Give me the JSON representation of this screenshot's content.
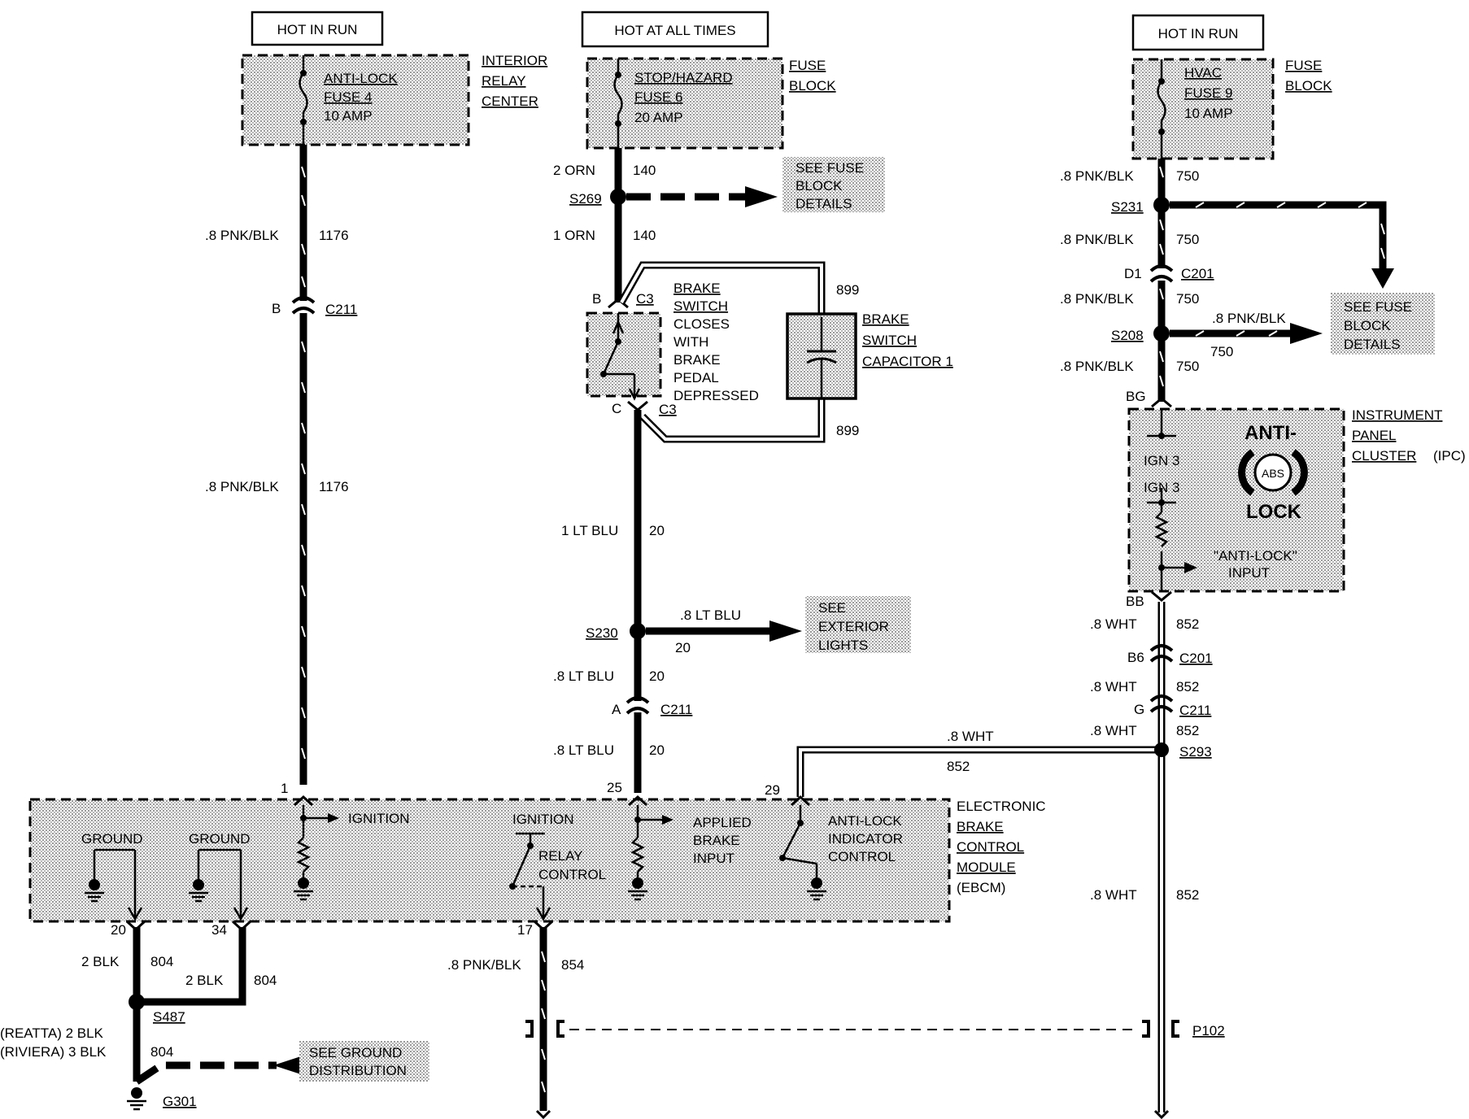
{
  "headers": {
    "hot_in_run_left": "HOT IN RUN",
    "hot_at_all_times": "HOT AT ALL TIMES",
    "hot_in_run_right": "HOT IN RUN"
  },
  "fuse_antilock": {
    "line1": "ANTI-LOCK",
    "line2": "FUSE 4",
    "line3": "10 AMP",
    "loc1": "INTERIOR",
    "loc2": "RELAY",
    "loc3": "CENTER"
  },
  "fuse_stop": {
    "line1": "STOP/HAZARD",
    "line2": "FUSE 6",
    "line3": "20 AMP",
    "loc1": "FUSE",
    "loc2": "BLOCK"
  },
  "fuse_hvac": {
    "line1": "HVAC",
    "line2": "FUSE 9",
    "line3": "10 AMP",
    "loc1": "FUSE",
    "loc2": "BLOCK"
  },
  "left_circuit": {
    "wire1": ".8 PNK/BLK",
    "circ1": "1176",
    "conn_pin": "B",
    "conn": "C211",
    "wire2": ".8 PNK/BLK",
    "circ2": "1176",
    "pin": "1"
  },
  "middle_circuit": {
    "wire1": "2 ORN",
    "circ1": "140",
    "splice": "S269",
    "see1": "SEE FUSE",
    "see2": "BLOCK",
    "see3": "DETAILS",
    "wire2": "1 ORN",
    "circ2": "140",
    "pin_b": "B",
    "c3_top": "C3",
    "brake_switch": [
      "BRAKE",
      "SWITCH",
      "CLOSES",
      "WITH",
      "BRAKE",
      "PEDAL",
      "DEPRESSED"
    ],
    "cap_circ_top": "899",
    "cap_circ_bot": "899",
    "cap_label": [
      "BRAKE",
      "SWITCH",
      "CAPACITOR 1"
    ],
    "pin_c": "C",
    "c3_bot": "C3",
    "wire3": "1 LT BLU",
    "circ3": "20",
    "splice2": "S230",
    "branch_wire": ".8 LT BLU",
    "branch_circ": "20",
    "ext1": "SEE",
    "ext2": "EXTERIOR",
    "ext3": "LIGHTS",
    "wire4": ".8 LT BLU",
    "circ4": "20",
    "conn_pin": "A",
    "conn": "C211",
    "wire5": ".8 LT BLU",
    "circ5": "20",
    "pin": "25"
  },
  "right_circuit": {
    "wire1": ".8 PNK/BLK",
    "circ1": "750",
    "splice1": "S231",
    "wire2": ".8 PNK/BLK",
    "circ2": "750",
    "pin_d1": "D1",
    "conn1": "C201",
    "wire3": ".8 PNK/BLK",
    "circ3": "750",
    "splice2": "S208",
    "branch_wire": ".8 PNK/BLK",
    "branch_circ": "750",
    "see1": "SEE FUSE",
    "see2": "BLOCK",
    "see3": "DETAILS",
    "wire4": ".8 PNK/BLK",
    "circ4": "750",
    "pin_bg": "BG",
    "ipc": [
      "INSTRUMENT",
      "PANEL",
      "CLUSTER",
      "(IPC)"
    ],
    "ign1": "IGN 3",
    "ign2": "IGN 3",
    "anti": "ANTI-",
    "abs": "ABS",
    "lock": "LOCK",
    "input1": "\"ANTI-LOCK\"",
    "input2": "INPUT",
    "pin_bb": "BB",
    "wire5": ".8 WHT",
    "circ5": "852",
    "pin_b6": "B6",
    "conn2": "C201",
    "wire6": ".8 WHT",
    "circ6": "852",
    "pin_g": "G",
    "conn3": "C211",
    "wire7": ".8 WHT",
    "circ7": "852",
    "splice3": "S293",
    "cross_wire": ".8 WHT",
    "cross_circ": "852",
    "pin29": "29",
    "wire8": ".8 WHT",
    "circ8": "852",
    "p_conn": "P102"
  },
  "ebcm": {
    "name": [
      "ELECTRONIC",
      "BRAKE",
      "CONTROL",
      "MODULE",
      "(EBCM)"
    ],
    "ground1": "GROUND",
    "ground2": "GROUND",
    "ignition1": "IGNITION",
    "ignition2": "IGNITION",
    "relay1": "RELAY",
    "relay2": "CONTROL",
    "applied1": "APPLIED",
    "applied2": "BRAKE",
    "applied3": "INPUT",
    "anti1": "ANTI-LOCK",
    "anti2": "INDICATOR",
    "anti3": "CONTROL"
  },
  "bottom": {
    "pin20": "20",
    "pin34": "34",
    "pin17": "17",
    "wire_a": "2 BLK",
    "circ_a": "804",
    "wire_b": "2 BLK",
    "circ_b": "804",
    "splice": "S487",
    "reatta": "(REATTA) 2 BLK",
    "riviera": "(RIVIERA) 3 BLK",
    "circ_c": "804",
    "see1": "SEE GROUND",
    "see2": "DISTRIBUTION",
    "ground": "G301",
    "wire_d": ".8 PNK/BLK",
    "circ_d": "854"
  }
}
